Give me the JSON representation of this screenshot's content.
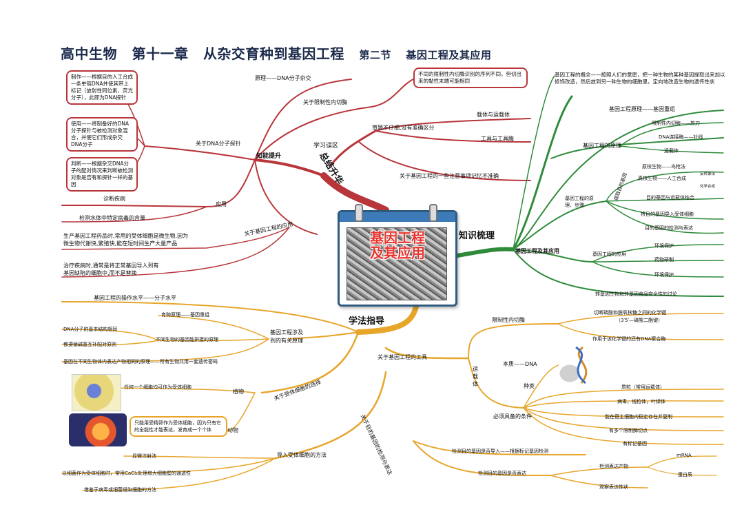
{
  "title": {
    "subject": "高中生物",
    "chapter": "第十一章",
    "chapter_name": "从杂交育种到基因工程",
    "section": "第二节",
    "section_name": "基因工程及其应用"
  },
  "center": {
    "title_line1": "基因工程",
    "title_line2": "及其应用"
  },
  "branches": {
    "top_left": {
      "label": "总结升华",
      "ability": {
        "label": "知能提升",
        "probe": {
          "label": "关于DNA分子探针",
          "box1": "制作——根据目的人工合成一条单链DNA并使其带上标记（放射性同位素、荧光分子），此即为DNA探针",
          "box2": "使用——将制备好的DNA分子探针与被检测对象混合，并使它们形成杂交DNA分子",
          "box3": "判断——根据杂交DNA分子的配对情况来判断被检测对象是否有和探针一样的基因"
        },
        "principle": "原理——DNA分子杂交",
        "enzyme": {
          "label": "关于限制性内切酶",
          "box": "不同的限制性内切酶识别的序列不同，但切出来的黏性末端可能相同"
        },
        "application": {
          "label": "应用",
          "item1": "诊断疾病",
          "item2": "检测水体中特定病毒的含量"
        },
        "app_ge": {
          "label": "关于基因工程的应用",
          "item1_l1": "生产基因工程药品时,常用的受体细胞是微生物,因为",
          "item1_l2": "微生物代谢快,繁殖快,能在短时间生产大量产品",
          "item2_l1": "治疗疾病时,通常是将正常基因导入到有",
          "item2_l2": "基因缺陷的细胞中,而不是替换"
        }
      },
      "mistakes": {
        "label": "学习误区",
        "unclear": "审题不仔细,没有准确区分",
        "carrier": "载体与运载体",
        "tools": "工具与工具酶",
        "notes": "关于基因工程的一些注意事项记忆不准确"
      }
    },
    "right": {
      "label": "知识梳理",
      "hub": "基因工程及其应用",
      "concept": "基因工程的概念——按照人们的意愿，把一种生物的某种基因提取出来加以修饰改造，然后放到另一种生物的细胞里，定向地改造生物的遗传性状",
      "principle_heading": "基因工程原理——基因重组",
      "principle": {
        "label": "基因工程的原理",
        "scissors": "限制性内切酶——剪刀",
        "needle": "DNA连接酶——针线",
        "carrier": "运载体"
      },
      "steps": {
        "label": "基因工程的原理、步骤",
        "extract": "提取目的基因",
        "shotgun": "鸟枪法",
        "shotgun_prefix": "原核生物——",
        "eukaryote": "真核生物——",
        "artificial": "人工合成",
        "reverse": "反转录法",
        "chemical": "化学合成",
        "combine": "目的基因与运载体结合",
        "introduce": "将目的基因导入受体细胞",
        "detect": "目的基因的检测与表达"
      },
      "applications": {
        "label": "基因工程的应用",
        "env": "环境保护",
        "drug": "药物研制",
        "env2": "环境保护"
      },
      "safety": "转基因生物和转基因食品安全性的讨论"
    },
    "bottom": {
      "label": "学法指导",
      "level": "基因工程的操作水平——分子水平",
      "principles": {
        "label_l1": "基因工程涉及",
        "label_l2": "到的有关原理",
        "breeding": "育种原理——基因重组",
        "splice": "不同生物的基因能拼接的原理",
        "dna_structure": "DNA分子的基本结构相同",
        "pairing": "都遵循碱基互补配对原则",
        "expression": "基因在不同生物体内表达产物相同的原理——所有生物共用一套遗传密码"
      },
      "recipient": {
        "label": "关于受体细胞的选择",
        "plant": "植物",
        "plant_note": "任何一个细胞均可作为受体细胞",
        "animal": "动物",
        "animal_box": "只能用受精卵作为受体细胞，因为只有它的全能性才能表达，发育成一个个体"
      },
      "methods": {
        "label": "导入受体细胞的方法",
        "micro": "显微注射法",
        "bacteria": "以细菌作为受体细胞时，常用CaCl₂处理增大细胞壁的通透性",
        "virus": "借鉴于病毒或细菌侵染细胞的方法"
      },
      "tools": {
        "label": "关于基因工程的工具",
        "enzyme": "限制性内切酶",
        "cut": "切断磷酸和脱氧核糖之间的化学键",
        "cut2": "（3′5′—磷酸二酯键）",
        "same": "作用于该化学键的还有DNA聚合酶",
        "carrier": "运载体",
        "essence": "本质——DNA",
        "types": "种类",
        "plasmid": "质粒（常用运载体）",
        "virus": "病毒，线粒体，叶绿体",
        "conditions": "必须具备的条件",
        "replicate": "能在宿主细胞内稳定存在并复制",
        "sites": "有多个限制酶切点",
        "marker": "有标记基因"
      },
      "detection": {
        "label": "关于目的基因的检测与表达",
        "imported": "检测目的基因是否导入——根据标记基因检测",
        "expressed": "检测目的基因是否表达",
        "product": "检测表达产物",
        "mrna": "mRNA",
        "protein": "蛋白质",
        "trait": "观察表达性状"
      }
    }
  },
  "colors": {
    "red": "#b8353a",
    "green": "#2e8b3a",
    "yellow": "#e7a52a",
    "title": "#1b2a4a"
  }
}
